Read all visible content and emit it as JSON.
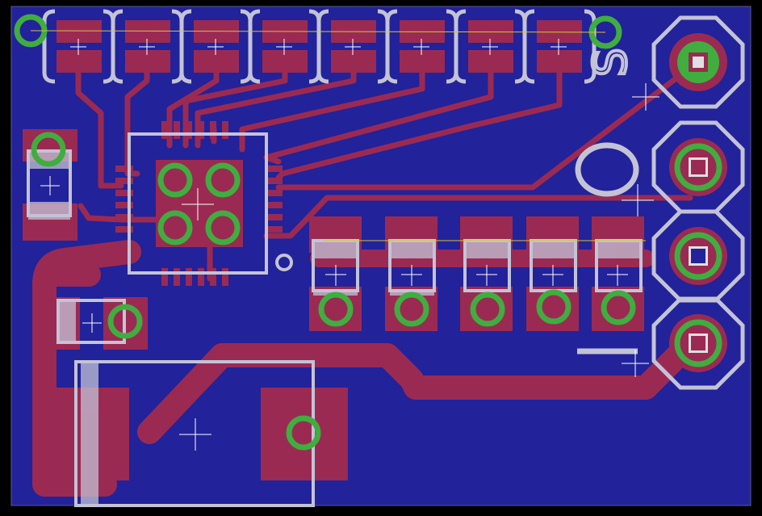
{
  "board": {
    "background": "#000000",
    "copper_pour_color": "#22229a",
    "copper_color": "#9b2a52",
    "silk_color": "#c3c3d6",
    "via_color": "#3fae3f",
    "origin_color": "#ffffff"
  },
  "silkscreen_text": {
    "signal": "S",
    "power": "+",
    "ground": "−"
  },
  "parts": {
    "led_row": {
      "count": 8,
      "shape": "bracket-outline"
    },
    "led_mid": {
      "count": 5
    },
    "ic": {
      "name": "qfn-chip",
      "thermal_vias": 4
    },
    "header": {
      "pins": 4,
      "shape": "octagon"
    }
  }
}
